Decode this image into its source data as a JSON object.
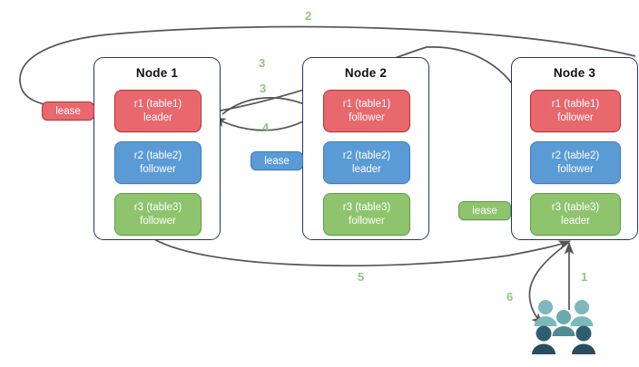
{
  "diagram": {
    "title": "lease-transfer-flow",
    "colors": {
      "node_border": "#1f3864",
      "red_fill": "#e8686d",
      "red_border": "#b53338",
      "blue_fill": "#5b9bd5",
      "blue_border": "#3a7cb8",
      "green_fill": "#8ec46e",
      "green_border": "#5f9e43",
      "arrow": "#555555",
      "step_label": "#8dc77f",
      "user_light": "#7cb9bd",
      "user_mid": "#6aa9ae",
      "user_dark": "#2f5d70"
    }
  },
  "nodes": [
    {
      "title": "Node 1",
      "replicas": [
        {
          "name": "r1 (table1)",
          "role": "leader",
          "color": "red"
        },
        {
          "name": "r2 (table2)",
          "role": "follower",
          "color": "blue"
        },
        {
          "name": "r3 (table3)",
          "role": "follower",
          "color": "green"
        }
      ]
    },
    {
      "title": "Node 2",
      "replicas": [
        {
          "name": "r1 (table1)",
          "role": "follower",
          "color": "red"
        },
        {
          "name": "r2 (table2)",
          "role": "leader",
          "color": "blue"
        },
        {
          "name": "r3 (table3)",
          "role": "follower",
          "color": "green"
        }
      ]
    },
    {
      "title": "Node 3",
      "replicas": [
        {
          "name": "r1 (table1)",
          "role": "follower",
          "color": "red"
        },
        {
          "name": "r2 (table2)",
          "role": "follower",
          "color": "blue"
        },
        {
          "name": "r3 (table3)",
          "role": "leader",
          "color": "green"
        }
      ]
    }
  ],
  "leases": [
    {
      "label": "lease",
      "color": "red"
    },
    {
      "label": "lease",
      "color": "blue"
    },
    {
      "label": "lease",
      "color": "green"
    }
  ],
  "steps": [
    {
      "label": "1"
    },
    {
      "label": "2"
    },
    {
      "label": "3"
    },
    {
      "label": "3"
    },
    {
      "label": "4"
    },
    {
      "label": "5"
    },
    {
      "label": "6"
    }
  ],
  "users_icon": {
    "name": "users-group-icon",
    "people_count": 5
  }
}
